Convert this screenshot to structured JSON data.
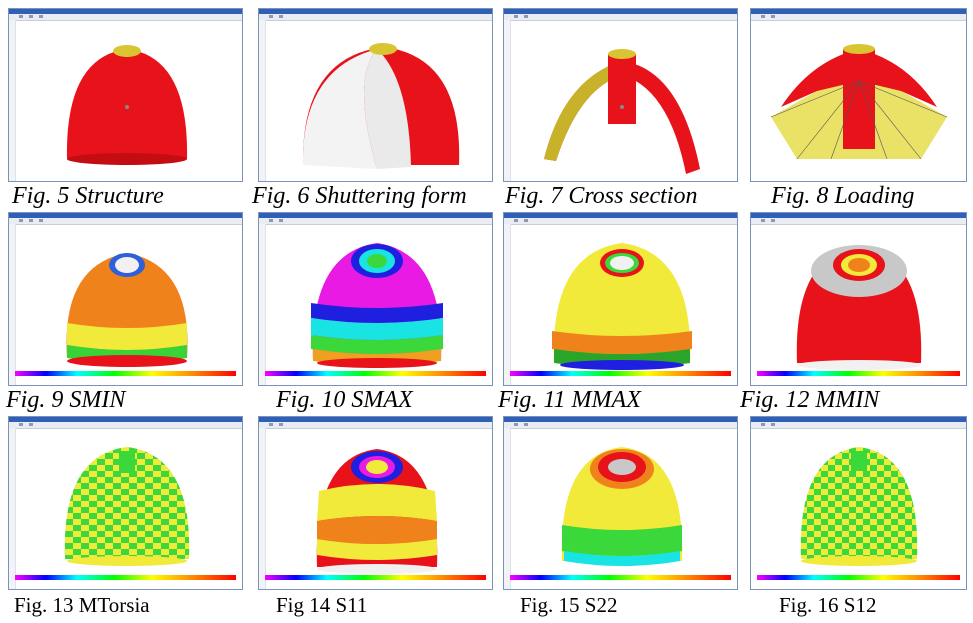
{
  "figures": [
    {
      "id": "fig5",
      "caption": "Fig. 5 Structure"
    },
    {
      "id": "fig6",
      "caption": "Fig. 6 Shuttering form"
    },
    {
      "id": "fig7",
      "caption": "Fig. 7 Cross section"
    },
    {
      "id": "fig8",
      "caption": "Fig. 8 Loading"
    },
    {
      "id": "fig9",
      "caption": "Fig. 9 SMIN"
    },
    {
      "id": "fig10",
      "caption": "Fig. 10  SMAX"
    },
    {
      "id": "fig11",
      "caption": "Fig. 11 MMAX"
    },
    {
      "id": "fig12",
      "caption": "Fig. 12 MMIN"
    },
    {
      "id": "fig13",
      "caption": "Fig. 13 MTorsia"
    },
    {
      "id": "fig14",
      "caption": "Fig 14  S11"
    },
    {
      "id": "fig15",
      "caption": "Fig. 15 S22"
    },
    {
      "id": "fig16",
      "caption": "Fig. 16 S12"
    }
  ],
  "colors": {
    "structure_red": "#e8121a",
    "window_frame": "#2f5fb6",
    "contour_legend": [
      "#ff00ff",
      "#0000ff",
      "#00ffff",
      "#00ff00",
      "#ffff00",
      "#ff9900",
      "#ff0000"
    ]
  }
}
